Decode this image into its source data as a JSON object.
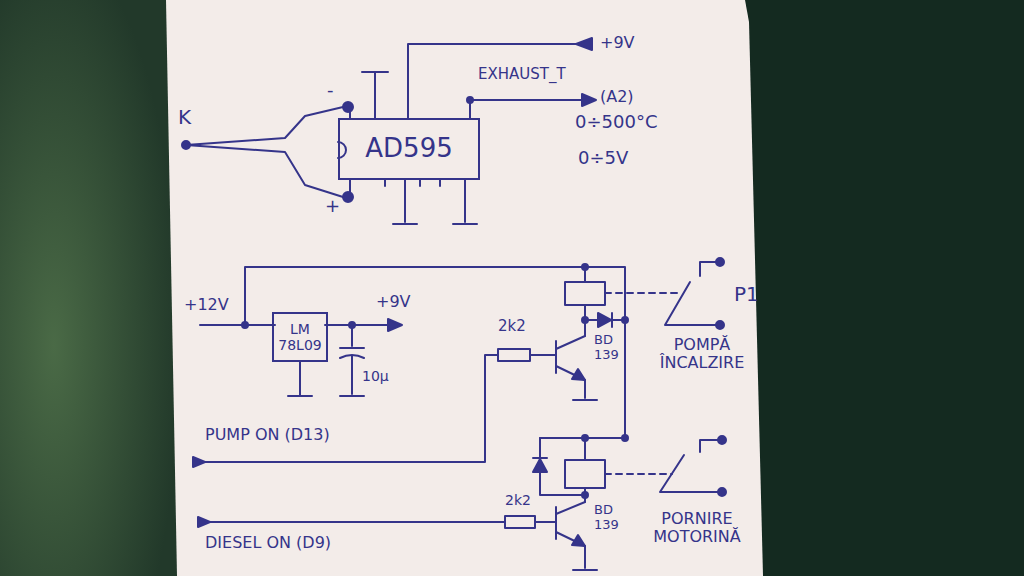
{
  "diagram": {
    "nodes": [
      {
        "text": [
          "AD595"
        ]
      },
      {
        "text": [
          "LM 78L09"
        ]
      }
    ],
    "labels": [
      "K",
      "-",
      "+",
      "+9V",
      "EXHAUST_T",
      "(A2)",
      "0÷500°C",
      "0÷5V",
      "+12V",
      "+9V",
      "2k2",
      "BD 139",
      "P1",
      "10µ",
      "POMPĂ ÎNCALZIRE",
      "PUMP ON (D13)",
      "2k2",
      "BD 139",
      "PORNIRE MOTORINĂ",
      "DIESEL ON (D9)"
    ]
  }
}
